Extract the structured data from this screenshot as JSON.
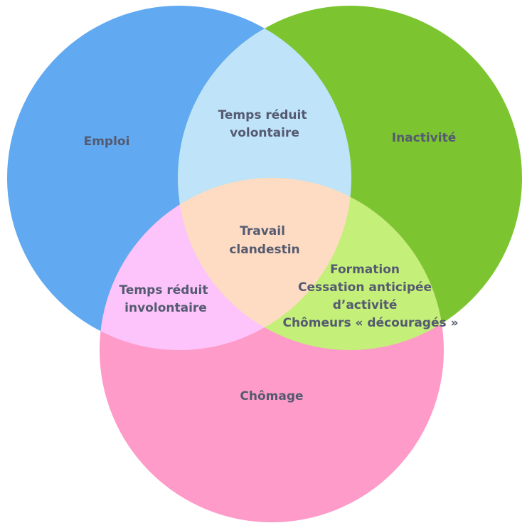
{
  "sets": {
    "emploi": {
      "label": "Emploi",
      "color": "#61a9f1"
    },
    "inactivite": {
      "label": "Inactivité",
      "color": "#7cc531"
    },
    "chomage": {
      "label": "Chômage",
      "color": "#fe9bc8"
    }
  },
  "intersections": {
    "emploi_inactivite": {
      "lines": [
        "Temps réduit",
        "volontaire"
      ],
      "color": "#bfe3f9"
    },
    "emploi_chomage": {
      "lines": [
        "Temps réduit",
        "involontaire"
      ],
      "color": "#fdc4fb"
    },
    "inactivite_chomage": {
      "lines": [
        "Formation",
        "Cessation anticipée",
        "d’activité",
        "Chômeurs « découragés »"
      ],
      "color": "#c4ef79"
    },
    "all_three": {
      "lines": [
        "Travail",
        "clandestin"
      ],
      "color": "#fedcc3"
    }
  },
  "text_color": "#545a70"
}
